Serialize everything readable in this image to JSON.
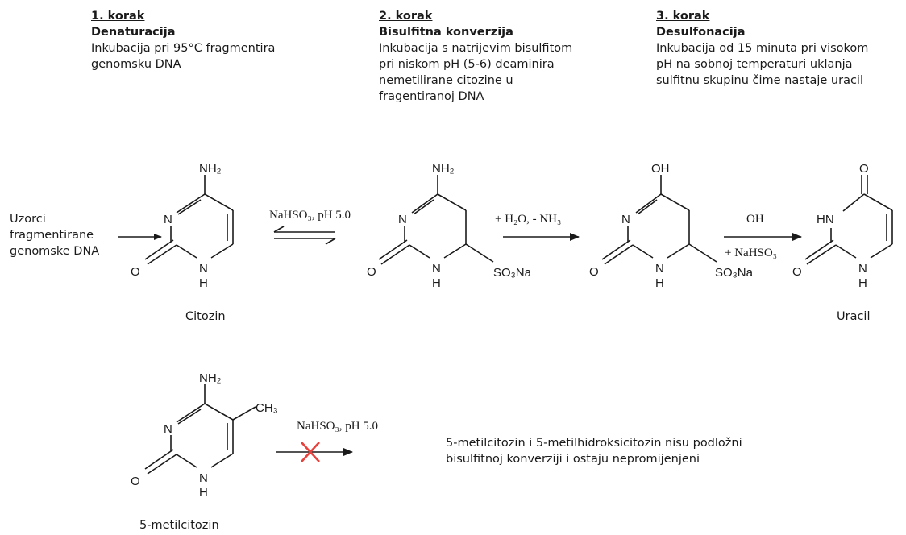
{
  "steps": [
    {
      "num": "1. korak",
      "title": "Denaturacija",
      "lines": [
        "Inkubacija pri 95°C fragmentira",
        "genomsku DNA"
      ]
    },
    {
      "num": "2. korak",
      "title": "Bisulfitna konverzija",
      "lines": [
        "Inkubacija s natrijevim bisulfitom",
        "pri niskom pH (5-6) deaminira",
        "nemetilirane citozine u",
        "fragentiranoj DNA"
      ]
    },
    {
      "num": "3. korak",
      "title": "Desulfonacija",
      "lines": [
        "Inkubacija od 15 minuta pri visokom",
        "pH na sobnoj temperaturi uklanja",
        "sulfitnu skupinu čime nastaje uracil"
      ]
    }
  ],
  "input_label": [
    "Uzorci",
    "fragmentirane",
    "genomske DNA"
  ],
  "reagents": {
    "r1": "NaHSO₃, pH 5.0",
    "r2": "+ H₂O, - NH₃",
    "r3a": "OH",
    "r3b": "+ NaHSO₃",
    "r4": "NaHSO₃, pH 5.0"
  },
  "atoms": {
    "NH2": "NH₂",
    "N": "N",
    "O": "O",
    "NH": "N",
    "H": "H",
    "SO3Na": "SO₃Na",
    "OH": "OH",
    "HN": "HN",
    "CH3": "CH₃"
  },
  "names": {
    "cytosine": "Citozin",
    "uracil": "Uracil",
    "methylcytosine": "5-metilcitozin"
  },
  "note": [
    "5-metilcitozin i 5-metilhidroksicitozin nisu podložni",
    "bisulfitnoj konverziji i ostaju nepromijenjeni"
  ],
  "colors": {
    "cross": "#e8413b",
    "ink": "#1a1a1a"
  }
}
